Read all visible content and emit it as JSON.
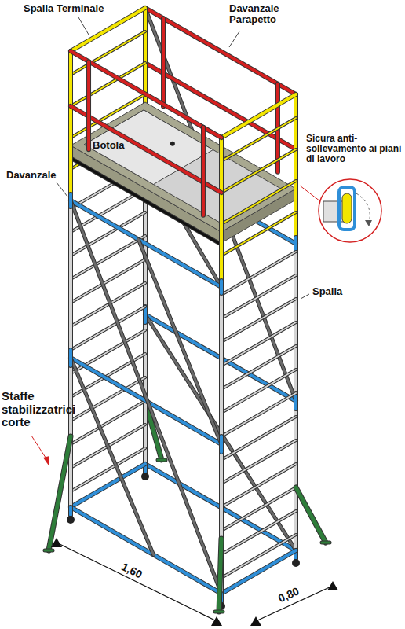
{
  "diagram": {
    "labels": [
      "Spalla Terminale",
      "Davanzale Parapetto",
      "Sicura anti-sollevamento ai piani di lavoro",
      "Botola",
      "Davanzale",
      "Spalla",
      "Staffe stabilizzatrici corte",
      "1,60",
      "0,80"
    ]
  }
}
